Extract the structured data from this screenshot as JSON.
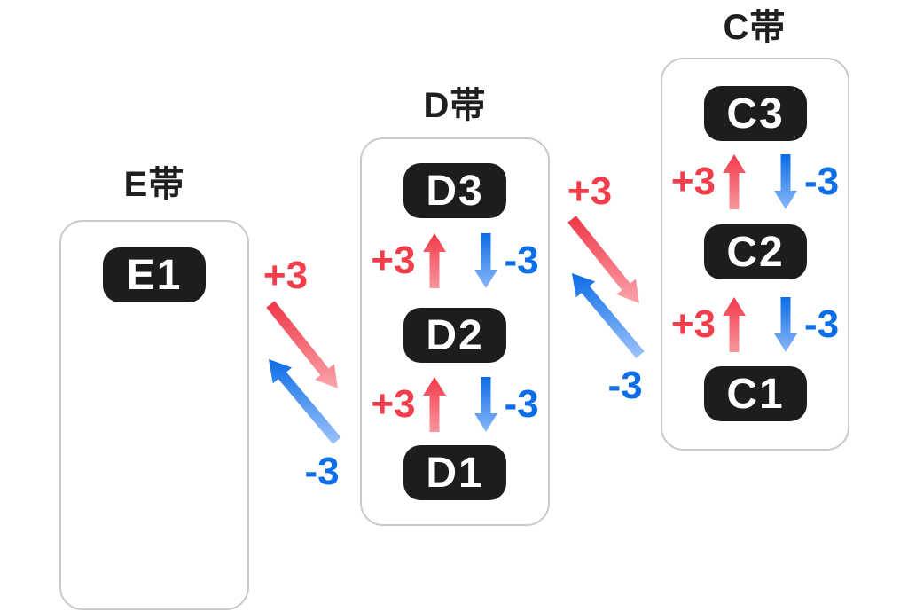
{
  "colors": {
    "red": "#f23e4b",
    "red_light": "#fba4ac",
    "blue": "#0d6fe8",
    "blue_light": "#9dc4fa",
    "badge_bg": "#1d1d1d",
    "badge_text": "#ffffff",
    "box_border": "#c9c9c9",
    "title_text": "#1f1f1f",
    "background": "#ffffff"
  },
  "bands": [
    {
      "id": "E",
      "title": "E帯",
      "ranks": [
        "E1"
      ]
    },
    {
      "id": "D",
      "title": "D帯",
      "ranks": [
        "D3",
        "D2",
        "D1"
      ]
    },
    {
      "id": "C",
      "title": "C帯",
      "ranks": [
        "C3",
        "C2",
        "C1"
      ]
    }
  ],
  "transitions": {
    "promote_label": "+3",
    "demote_label": "-3"
  },
  "icons": {
    "promote_vertical": "up-arrow",
    "demote_vertical": "down-arrow",
    "promote_diagonal": "down-right-arrow",
    "demote_diagonal": "up-left-arrow"
  }
}
